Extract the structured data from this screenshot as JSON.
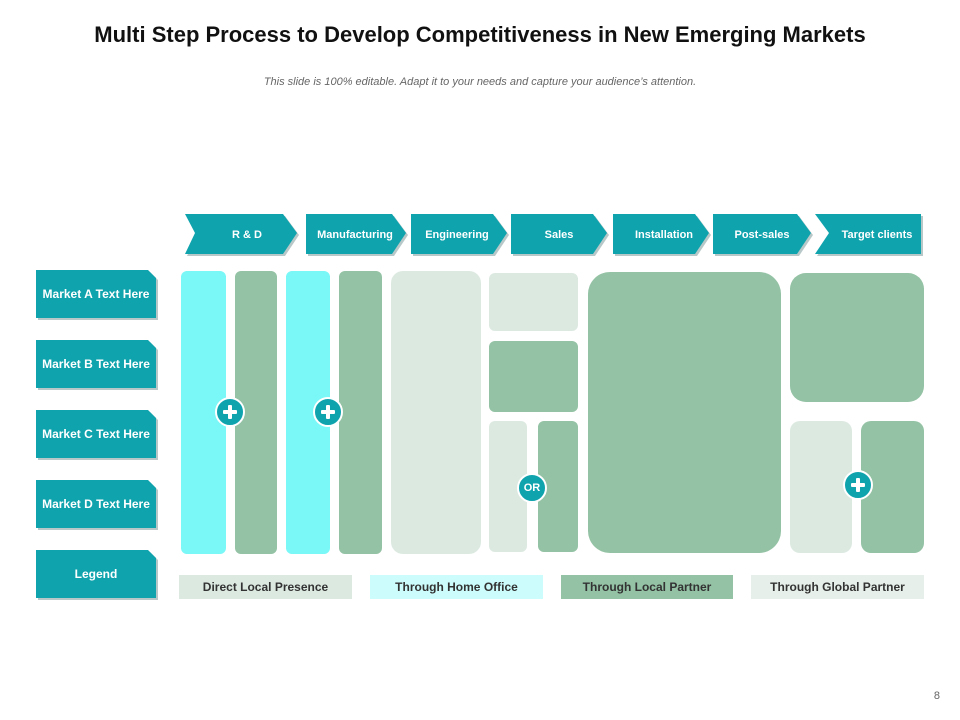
{
  "slide": {
    "title": "Multi Step Process to Develop Competitiveness in New Emerging Markets",
    "subtitle": "This slide is 100% editable. Adapt it to your needs and capture your audience’s attention.",
    "page_number": "8"
  },
  "steps": [
    {
      "label": "R & D"
    },
    {
      "label": "Manufacturing"
    },
    {
      "label": "Engineering"
    },
    {
      "label": "Sales"
    },
    {
      "label": "Installation"
    },
    {
      "label": "Post-sales"
    },
    {
      "label": "Target clients"
    }
  ],
  "markets": [
    {
      "label": "Market A Text Here"
    },
    {
      "label": "Market B Text Here"
    },
    {
      "label": "Market C Text Here"
    },
    {
      "label": "Market D Text Here"
    },
    {
      "label": "Legend"
    }
  ],
  "or_label": "OR",
  "legend": [
    {
      "label": "Direct Local Presence",
      "color": "#dce9e1"
    },
    {
      "label": "Through Home Office",
      "color": "#ccfcfc"
    },
    {
      "label": "Through Local Partner",
      "color": "#93c2a4"
    },
    {
      "label": "Through Global Partner",
      "color": "#e6efe9"
    }
  ],
  "colors": {
    "teal": "#0fa3ad",
    "cyan": "#7af7f7",
    "green": "#93c2a4",
    "pale": "#dce9e1"
  }
}
